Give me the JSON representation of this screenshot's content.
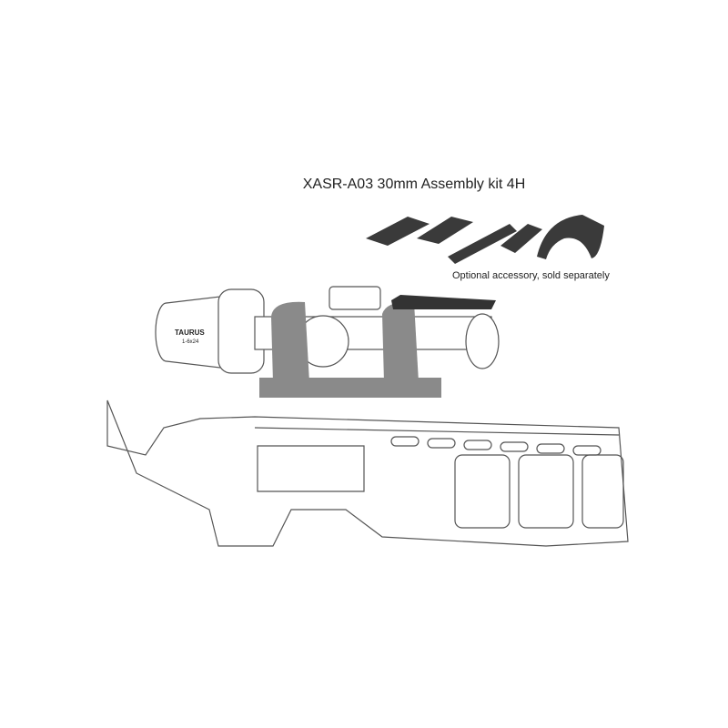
{
  "product": {
    "title": "XASR-A03 30mm Assembly kit 4H",
    "accessory_note": "Optional accessory, sold separately",
    "scope_brand": "TAURUS",
    "scope_model": "1-6x24"
  },
  "colors": {
    "mount": "#8a8a8a",
    "accessory": "#3a3a3a",
    "line": "#555555"
  }
}
